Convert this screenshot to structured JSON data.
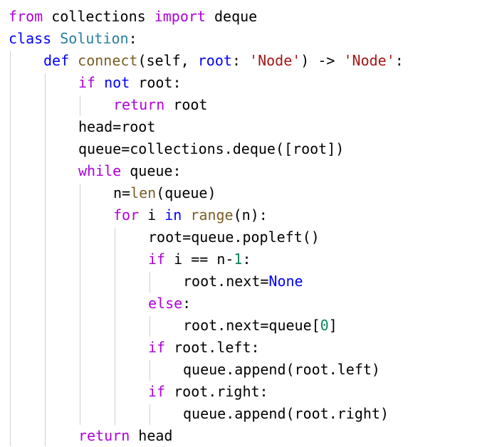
{
  "colors": {
    "keyword": "#af00db",
    "storage": "#0000ff",
    "class_name": "#267f99",
    "function": "#795e26",
    "string": "#a31515",
    "number": "#098658",
    "plain": "#000000",
    "guide": "#d0d0d0"
  },
  "code": {
    "lines": [
      {
        "indent": 0,
        "tokens": [
          {
            "t": "from",
            "c": "keyword"
          },
          {
            "t": " collections ",
            "c": "plain"
          },
          {
            "t": "import",
            "c": "keyword"
          },
          {
            "t": " deque",
            "c": "plain"
          }
        ]
      },
      {
        "indent": 0,
        "tokens": [
          {
            "t": "class",
            "c": "storage"
          },
          {
            "t": " ",
            "c": "plain"
          },
          {
            "t": "Solution",
            "c": "class_name"
          },
          {
            "t": ":",
            "c": "plain"
          }
        ]
      },
      {
        "indent": 1,
        "tokens": [
          {
            "t": "def",
            "c": "storage"
          },
          {
            "t": " ",
            "c": "plain"
          },
          {
            "t": "connect",
            "c": "function"
          },
          {
            "t": "(self, ",
            "c": "plain"
          },
          {
            "t": "root",
            "c": "storage"
          },
          {
            "t": ": ",
            "c": "plain"
          },
          {
            "t": "'Node'",
            "c": "string"
          },
          {
            "t": ") -> ",
            "c": "plain"
          },
          {
            "t": "'Node'",
            "c": "string"
          },
          {
            "t": ":",
            "c": "plain"
          }
        ]
      },
      {
        "indent": 2,
        "tokens": [
          {
            "t": "if",
            "c": "keyword"
          },
          {
            "t": " ",
            "c": "plain"
          },
          {
            "t": "not",
            "c": "storage"
          },
          {
            "t": " root:",
            "c": "plain"
          }
        ]
      },
      {
        "indent": 3,
        "tokens": [
          {
            "t": "return",
            "c": "keyword"
          },
          {
            "t": " root",
            "c": "plain"
          }
        ]
      },
      {
        "indent": 2,
        "tokens": [
          {
            "t": "head=root",
            "c": "plain"
          }
        ]
      },
      {
        "indent": 2,
        "tokens": [
          {
            "t": "queue=collections.deque([root])",
            "c": "plain"
          }
        ]
      },
      {
        "indent": 2,
        "tokens": [
          {
            "t": "while",
            "c": "keyword"
          },
          {
            "t": " queue:",
            "c": "plain"
          }
        ]
      },
      {
        "indent": 3,
        "tokens": [
          {
            "t": "n=",
            "c": "plain"
          },
          {
            "t": "len",
            "c": "function"
          },
          {
            "t": "(queue)",
            "c": "plain"
          }
        ]
      },
      {
        "indent": 3,
        "tokens": [
          {
            "t": "for",
            "c": "keyword"
          },
          {
            "t": " i ",
            "c": "plain"
          },
          {
            "t": "in",
            "c": "storage"
          },
          {
            "t": " ",
            "c": "plain"
          },
          {
            "t": "range",
            "c": "function"
          },
          {
            "t": "(n):",
            "c": "plain"
          }
        ]
      },
      {
        "indent": 4,
        "tokens": [
          {
            "t": "root=queue.popleft()",
            "c": "plain"
          }
        ]
      },
      {
        "indent": 4,
        "tokens": [
          {
            "t": "if",
            "c": "keyword"
          },
          {
            "t": " i == n-",
            "c": "plain"
          },
          {
            "t": "1",
            "c": "number"
          },
          {
            "t": ":",
            "c": "plain"
          }
        ]
      },
      {
        "indent": 5,
        "tokens": [
          {
            "t": "root.next=",
            "c": "plain"
          },
          {
            "t": "None",
            "c": "storage"
          }
        ]
      },
      {
        "indent": 4,
        "tokens": [
          {
            "t": "else",
            "c": "keyword"
          },
          {
            "t": ":",
            "c": "plain"
          }
        ]
      },
      {
        "indent": 5,
        "tokens": [
          {
            "t": "root.next=queue[",
            "c": "plain"
          },
          {
            "t": "0",
            "c": "number"
          },
          {
            "t": "]",
            "c": "plain"
          }
        ]
      },
      {
        "indent": 4,
        "tokens": [
          {
            "t": "if",
            "c": "keyword"
          },
          {
            "t": " root.left:",
            "c": "plain"
          }
        ]
      },
      {
        "indent": 5,
        "tokens": [
          {
            "t": "queue.append(root.left)",
            "c": "plain"
          }
        ]
      },
      {
        "indent": 4,
        "tokens": [
          {
            "t": "if",
            "c": "keyword"
          },
          {
            "t": " root.right:",
            "c": "plain"
          }
        ]
      },
      {
        "indent": 5,
        "tokens": [
          {
            "t": "queue.append(root.right)",
            "c": "plain"
          }
        ]
      },
      {
        "indent": 2,
        "tokens": [
          {
            "t": "return",
            "c": "keyword"
          },
          {
            "t": " head",
            "c": "plain"
          }
        ]
      }
    ]
  }
}
